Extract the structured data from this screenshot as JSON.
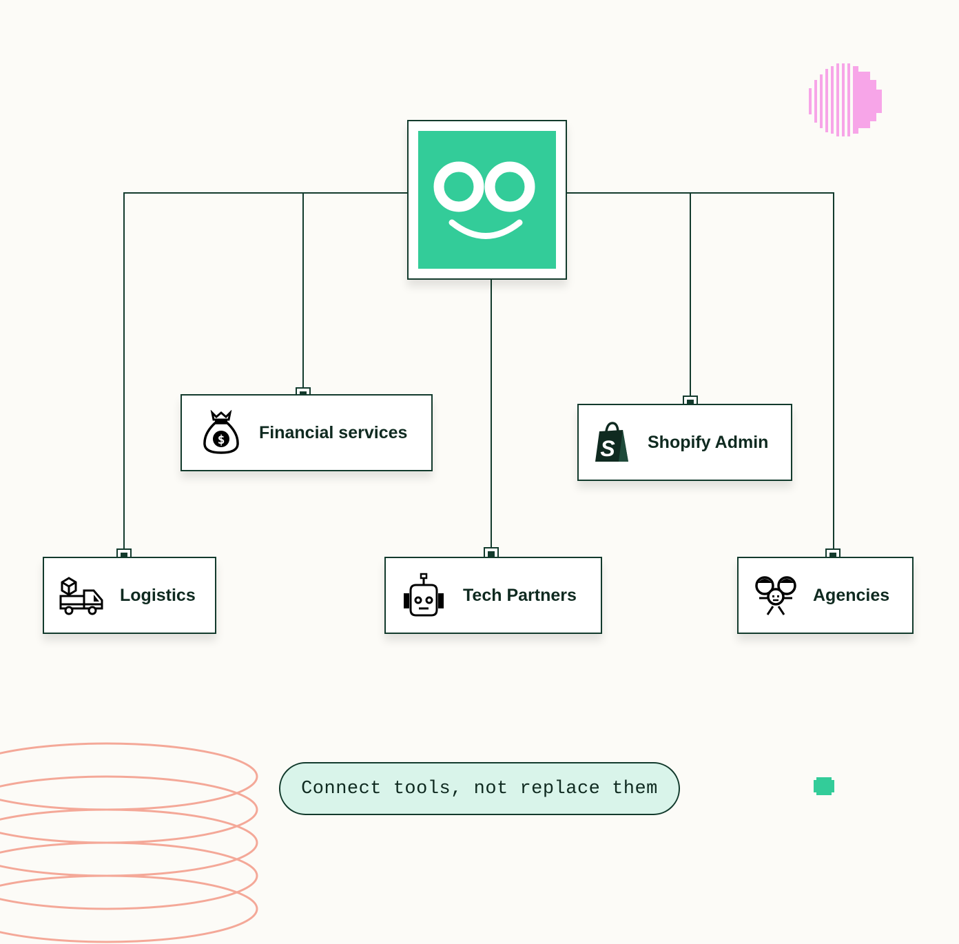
{
  "colors": {
    "background": "#fcfbf7",
    "line": "#123a2c",
    "brand_green": "#33cc99",
    "tagline_fill": "#d9f4ea",
    "coral": "#f4a898",
    "pink": "#f7a5e8"
  },
  "hub": {
    "icon": "smiley-face-logo-icon"
  },
  "nodes": {
    "financial": {
      "label": "Financial services",
      "icon": "money-bag-icon"
    },
    "shopify": {
      "label": "Shopify Admin",
      "icon": "shopify-bag-icon"
    },
    "logistics": {
      "label": "Logistics",
      "icon": "delivery-truck-icon"
    },
    "tech": {
      "label": "Tech Partners",
      "icon": "robot-icon"
    },
    "agencies": {
      "label": "Agencies",
      "icon": "people-group-icon"
    }
  },
  "tagline": "Connect tools, not replace them"
}
